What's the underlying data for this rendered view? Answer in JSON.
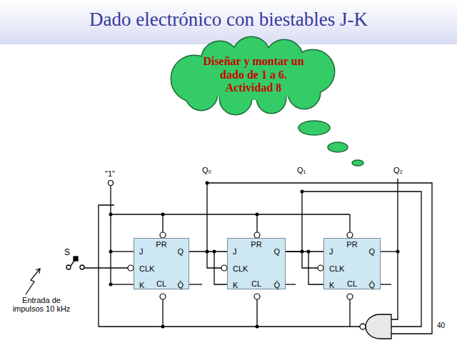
{
  "diagram": {
    "title": "Dado electrónico con biestables J-K",
    "nodes": [
      {
        "text": [
          "Diseñar y montar un dado de 1 a 6. Actividad 8"
        ]
      },
      {
        "text": [
          "J",
          "PR",
          "Q",
          "CLK",
          "K",
          "CL",
          "Q̄"
        ]
      },
      {
        "text": [
          "J",
          "PR",
          "Q",
          "CLK",
          "K",
          "CL",
          "Q̄"
        ]
      },
      {
        "text": [
          "J",
          "PR",
          "Q",
          "CLK",
          "K",
          "CL",
          "Q̄"
        ]
      }
    ],
    "edges": [
      {
        "from": 1,
        "to": 2,
        "arrow": "none"
      },
      {
        "from": 2,
        "to": 3,
        "arrow": "none"
      }
    ],
    "labels": [
      "\"1\"",
      "Q₀",
      "Q₁",
      "Q₂",
      "S",
      "Entrada de impulsos 10 kHz",
      "40"
    ]
  }
}
